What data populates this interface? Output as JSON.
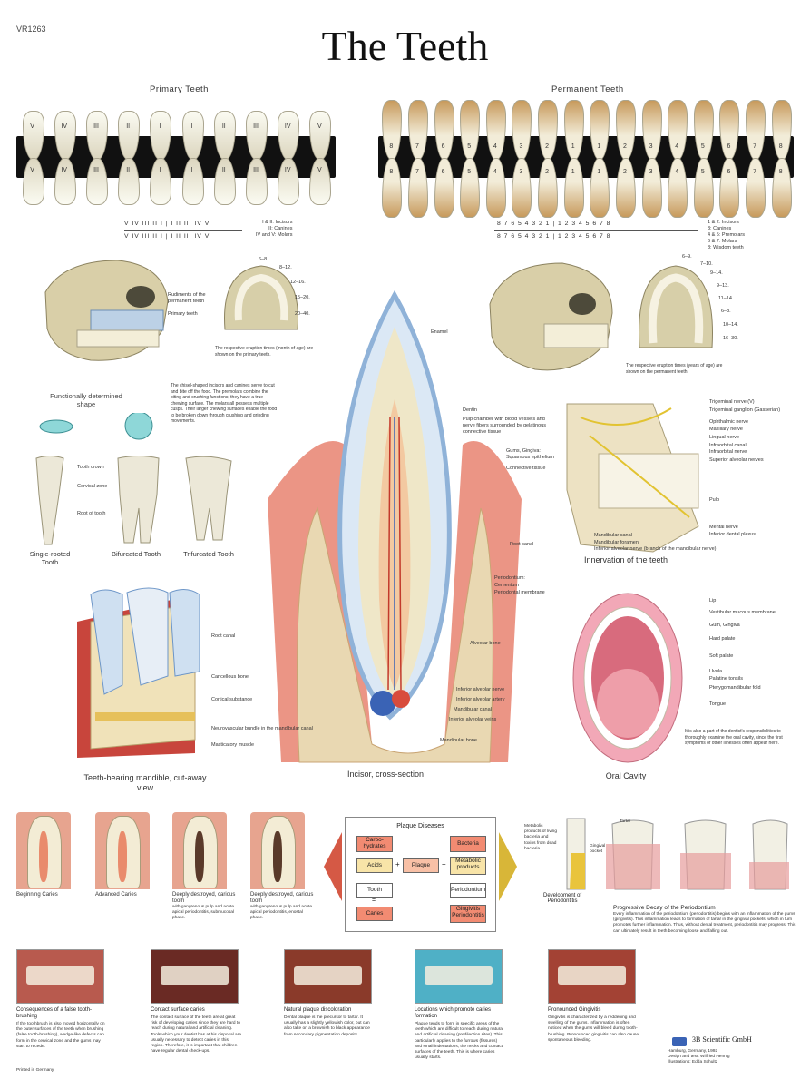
{
  "code": "VR1263",
  "title": "The Teeth",
  "primary": {
    "heading": "Primary Teeth",
    "upper_numerals": [
      "V",
      "IV",
      "III",
      "II",
      "I",
      "I",
      "II",
      "III",
      "IV",
      "V"
    ],
    "formula_top": "V  IV  III  II  I  |  I  II  III  IV  V",
    "formula_bottom": "V  IV  III  II  I  |  I  II  III  IV  V",
    "legend": [
      "I & II: Incisors",
      "III: Canines",
      "IV and V: Molars"
    ]
  },
  "permanent": {
    "heading": "Permanent Teeth",
    "numbers": [
      "8",
      "7",
      "6",
      "5",
      "4",
      "3",
      "2",
      "1",
      "1",
      "2",
      "3",
      "4",
      "5",
      "6",
      "7",
      "8"
    ],
    "formula_top": "8  7  6  5  4  3  2  1  |  1  2  3  4  5  6  7  8",
    "formula_bottom": "8  7  6  5  4  3  2  1  |  1  2  3  4  5  6  7  8",
    "legend": [
      "1 & 2: Incisors",
      "3: Canines",
      "4 & 5: Premolars",
      "6 & 7: Molars",
      "8: Wisdom teeth"
    ]
  },
  "primary_skull": {
    "labels": [
      "Rudiments of the permanent teeth",
      "Primary teeth"
    ],
    "eruption_labels": [
      "6–8.",
      "8–12.",
      "12–16.",
      "15–20.",
      "20–40."
    ],
    "eruption_note": "The respective eruption times (month of age) are shown on the primary teeth."
  },
  "permanent_skull": {
    "eruption_labels": [
      "6–9.",
      "7–10.",
      "9–14.",
      "9–13.",
      "11–14.",
      "6–8.",
      "10–14.",
      "16–30."
    ],
    "eruption_note": "The respective eruption times (years of age) are shown on the permanent teeth."
  },
  "functional": {
    "label": "Functionally determined shape",
    "text": "The chisel-shaped incisors and canines serve to cut and bite off the food. The premolars combine the biting and crushing functions; they have a true chewing surface. The molars all possess multiple cusps. Their larger chewing surfaces enable the food to be broken down through crushing and grinding movements."
  },
  "roots": {
    "labels": [
      "Tooth crown",
      "Cervical zone",
      "Root of tooth"
    ],
    "captions": [
      "Single-rooted Tooth",
      "Bifurcated Tooth",
      "Trifurcated Tooth"
    ]
  },
  "incisor": {
    "caption": "Incisor, cross-section",
    "labels": [
      "Enamel",
      "Dentin",
      "Pulp chamber with blood vessels and nerve fibers surrounded by gelatinous connective tissue",
      "Gums, Gingiva:",
      "Squamous epithelium",
      "Connective tissue",
      "Root canal",
      "Periodontium:",
      "Cementum",
      "Periodontal membrane",
      "Alveolar bone",
      "Inferior alveolar nerve",
      "Inferior alveolar artery",
      "Mandibular canal",
      "Inferior alveolar veins",
      "Mandibular bone"
    ]
  },
  "innervation": {
    "caption": "Innervation of the teeth",
    "labels": [
      "Trigeminal nerve (V)",
      "Trigeminal ganglion (Gasserian)",
      "Ophthalmic nerve",
      "Maxillary nerve",
      "Lingual nerve",
      "Infraorbital canal",
      "Infraorbital nerve",
      "Superior alveolar nerves",
      "Pulp",
      "Mental nerve",
      "Inferior dental plexus",
      "Mandibular canal",
      "Mandibular foramen",
      "Inferior alveolar nerve (branch of the mandibular nerve)"
    ]
  },
  "mandible": {
    "caption": "Teeth-bearing mandible, cut-away view",
    "labels": [
      "Root canal",
      "Cancellous bone",
      "Cortical substance",
      "Neurovascular bundle in the mandibular canal",
      "Masticatory muscle"
    ]
  },
  "oral": {
    "caption": "Oral Cavity",
    "labels": [
      "Lip",
      "Vestibular mucous membrane",
      "Gum, Gingiva",
      "Hard palate",
      "Soft palate",
      "Uvula",
      "Palatine tonsils",
      "Pterygomandibular fold",
      "Tongue"
    ],
    "note": "It is also a part of the dentist's responsibilities to thoroughly examine the oral cavity, since the first symptoms of other illnesses often appear here."
  },
  "caries": [
    {
      "title": "Beginning Caries",
      "sub": ""
    },
    {
      "title": "Advanced Caries",
      "sub": ""
    },
    {
      "title": "Deeply destroyed, carious tooth",
      "sub": "with gangrenous pulp and acute apical periodontitis, submucosal phase."
    },
    {
      "title": "Deeply destroyed, carious tooth",
      "sub": "with gangrenous pulp and acute apical periodontitis, enostal phase."
    }
  ],
  "plaque": {
    "title": "Plaque Diseases",
    "carbo": "Carbo-hydrates",
    "bacteria": "Bacteria",
    "acids": "Acids",
    "plaque": "Plaque",
    "metabolic": "Metabolic products",
    "tooth": "Tooth",
    "periodontium": "Periodontium",
    "caries": "Caries",
    "gingivitis": "Gingivitis Periodontitis",
    "plus1": "+",
    "plus2": "+",
    "eq": "="
  },
  "perio": {
    "left_labels": [
      "Metabolic products of living bacteria and toxins from dead bacteria.",
      "Gingival pocket"
    ],
    "tartar": "Tartar",
    "dev_title": "Development of Periodontitis",
    "prog_title": "Progressive Decay of the Periodontium",
    "prog_text": "Every inflammation of the periodontium (periodontitis) begins with an inflammation of the gums (gingivitis). This inflammation leads to formation of tartar in the gingival pockets, which in turn promotes further inflammation. Thus, without dental treatment, periodontitis may progress. This can ultimately result in teeth becoming loose and falling out."
  },
  "photos": [
    {
      "title": "Consequences of a false tooth-brushing",
      "text": "If the toothbrush is also moved horizontally on the outer surfaces of the teeth when brushing (false tooth-brushing), wedge-like defects can form in the cervical zone and the gums may start to recede."
    },
    {
      "title": "Contact surface caries",
      "text": "The contact surface of the teeth are at great risk of developing caries since they are hard to reach during natural and artificial cleaning. Tools which your dentist has at his disposal are usually necessary to detect caries in this region. Therefore, it is important that children have regular dental check-ups."
    },
    {
      "title": "Natural plaque discoloration",
      "text": "Dental plaque is the precursor to tartar. It usually has a slightly yellowish color, but can also take on a brownish to black appearance from secondary pigmentation deposits."
    },
    {
      "title": "Locations which promote caries formation",
      "text": "Plaque tends to form in specific areas of the teeth which are difficult to reach during natural and artificial cleaning (predilection sites). This particularly applies to the furrows (fissures) and small indentations, the necks and contact surfaces of the teeth. This is where caries usually starts."
    },
    {
      "title": "Pronounced Gingivitis",
      "text": "Gingivitis is characterized by a reddening and swelling of the gums. Inflammation is often noticed when the gums will bleed during tooth-brushing. Pronounced gingivitis can also cause spontaneous bleeding."
    }
  ],
  "publisher": {
    "name": "3B Scientific GmbH",
    "lines": [
      "Hamburg, Germany, 1992",
      "Design and text: Wilfried Hennig",
      "Illustrations: Edda Schultz"
    ]
  },
  "printed": "Printed in Germany",
  "colors": {
    "band": "#111111",
    "gum": "#e07a6a",
    "enamel": "#8fb2d8",
    "bone": "#e9d8b2",
    "arrow_red": "#d55945",
    "arrow_yellow": "#d8b638"
  }
}
